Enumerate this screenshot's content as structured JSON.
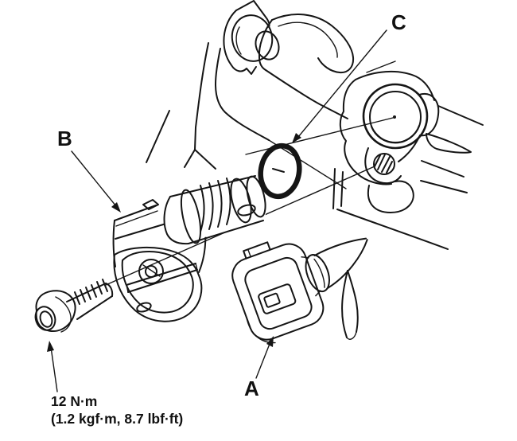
{
  "diagram": {
    "type": "exploded-parts-line-diagram",
    "callouts": [
      {
        "label": "A",
        "part": "harness-connector"
      },
      {
        "label": "B",
        "part": "position-sensor"
      },
      {
        "label": "C",
        "part": "o-ring"
      }
    ],
    "torque_spec": {
      "line1": "12 N·m",
      "line2": "(1.2 kgf·m, 8.7 lbf·ft)"
    },
    "colors": {
      "line": "#151515",
      "background": "#ffffff"
    }
  }
}
